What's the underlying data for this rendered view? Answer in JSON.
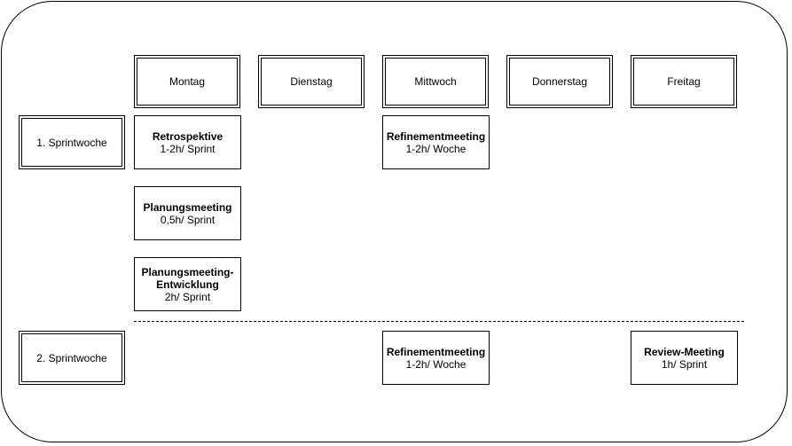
{
  "days": [
    "Montag",
    "Dienstag",
    "Mittwoch",
    "Donnerstag",
    "Freitag"
  ],
  "weeks": [
    "1. Sprintwoche",
    "2. Sprintwoche"
  ],
  "meetings": {
    "retro": {
      "title": "Retrospektive",
      "detail": "1-2h/ Sprint"
    },
    "refine1": {
      "title": "Refinementmeeting",
      "detail": "1-2h/ Woche"
    },
    "planning": {
      "title": "Planungsmeeting",
      "detail": "0,5h/ Sprint"
    },
    "planning_dev": {
      "title_line1": "Planungsmeeting-",
      "title_line2": "Entwicklung",
      "detail": "2h/ Sprint"
    },
    "refine2": {
      "title": "Refinementmeeting",
      "detail": "1-2h/ Woche"
    },
    "review": {
      "title": "Review-Meeting",
      "detail": "1h/ Sprint"
    }
  }
}
